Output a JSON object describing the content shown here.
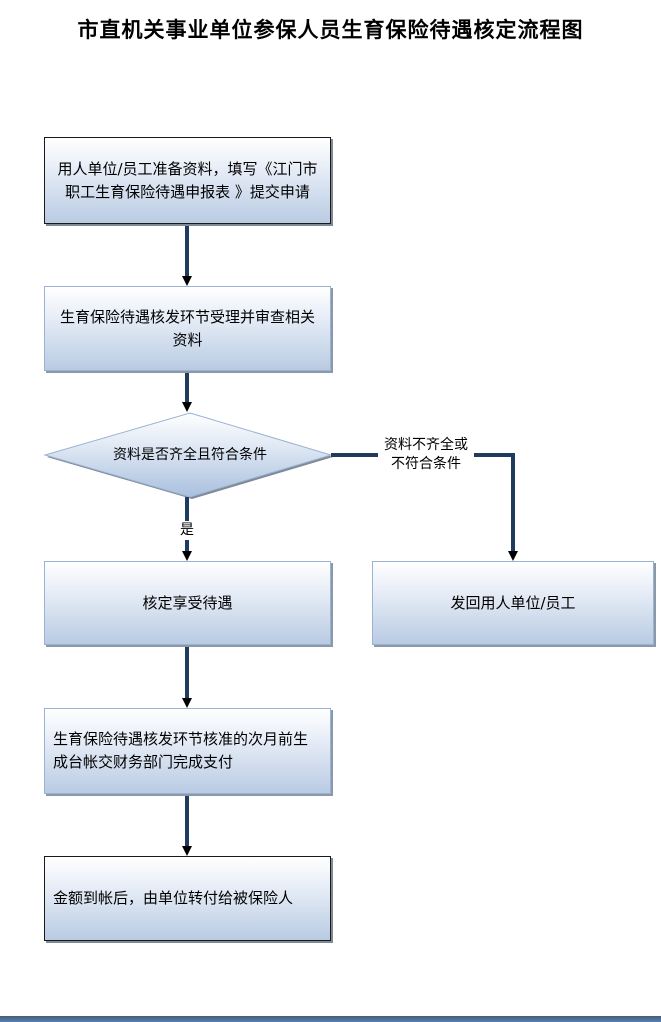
{
  "title": "市直机关事业单位参保人员生育保险待遇核定流程图",
  "colors": {
    "connector": "#1f3b5e",
    "box_top": "#ffffff",
    "box_bottom": "#b9cbe3",
    "box_border": "#9ab3d4",
    "footer": "#4a6c9a"
  },
  "nodes": {
    "step1": "用人单位/员工准备资料，填写《江门市职工生育保险待遇申报表 》提交申请",
    "step2": "生育保险待遇核发环节受理并审查相关资料",
    "decision": "资料是否齐全且符合条件",
    "step3": "核定享受待遇",
    "reject": "发回用人单位/员工",
    "step4": "生育保险待遇核发环节核准的次月前生成台帐交财务部门完成支付",
    "step5": "金额到帐后，由单位转付给被保险人"
  },
  "edges": {
    "yes_label": "是",
    "no_label_line1": "资料不齐全或",
    "no_label_line2": "不符合条件"
  }
}
